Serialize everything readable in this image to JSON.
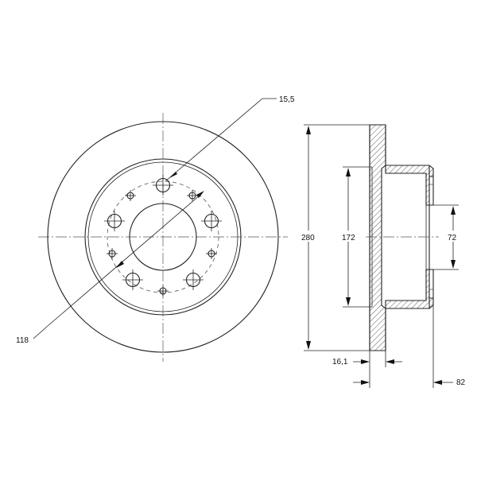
{
  "dimensions": {
    "bolt_hole": "15,5",
    "pcd": "118",
    "outer_diameter": "280",
    "inner_diameter": "172",
    "center_bore": "72",
    "thickness": "16,1",
    "height": "82"
  },
  "colors": {
    "line": "#222222",
    "background": "#ffffff"
  }
}
